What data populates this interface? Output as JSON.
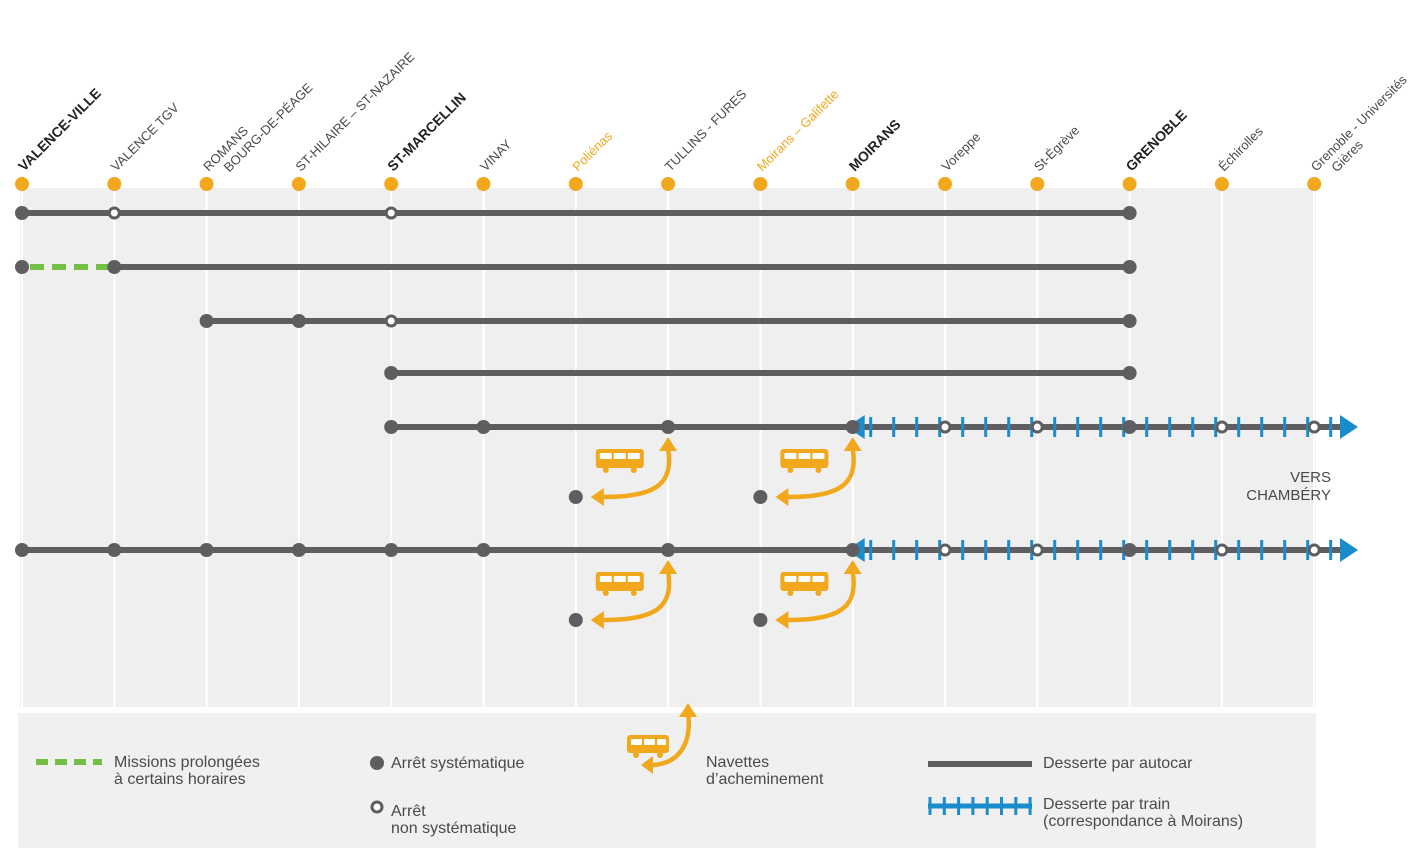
{
  "colors": {
    "orange": "#f2a81d",
    "line_grey": "#5e5e60",
    "panel_bg": "#efeff0",
    "green": "#72bf44",
    "blue": "#1a8ccb",
    "text": "#4a4a4a"
  },
  "stations": [
    {
      "name": "VALENCE-VILLE",
      "style": "major"
    },
    {
      "name": "VALENCE TGV",
      "style": "normal"
    },
    {
      "name": "ROMANS\nBOURG-DE-PÉAGE",
      "style": "normal"
    },
    {
      "name": "ST-HILAIRE – ST-NAZAIRE",
      "style": "normal"
    },
    {
      "name": "ST-MARCELLIN",
      "style": "major"
    },
    {
      "name": "VINAY",
      "style": "normal"
    },
    {
      "name": "Poliénas",
      "style": "shuttle"
    },
    {
      "name": "TULLINS - FURES",
      "style": "normal"
    },
    {
      "name": "Moirans – Galifette",
      "style": "shuttle"
    },
    {
      "name": "MOIRANS",
      "style": "major"
    },
    {
      "name": "Voreppe",
      "style": "normal"
    },
    {
      "name": "St-Égrève",
      "style": "normal"
    },
    {
      "name": "GRENOBLE",
      "style": "major"
    },
    {
      "name": "Échirolles",
      "style": "normal"
    },
    {
      "name": "Grenoble - Universités\nGières",
      "style": "normal"
    }
  ],
  "lines": [
    {
      "from": 0,
      "to": 12,
      "stops": [
        [
          0,
          "S"
        ],
        [
          1,
          "N"
        ],
        [
          4,
          "N"
        ],
        [
          12,
          "S"
        ]
      ],
      "dashed_prefix": null,
      "train_from": null,
      "shuttles": []
    },
    {
      "from": 1,
      "to": 12,
      "stops": [
        [
          0,
          "S"
        ],
        [
          1,
          "S"
        ],
        [
          12,
          "S"
        ]
      ],
      "dashed_prefix": [
        0,
        1
      ],
      "train_from": null,
      "shuttles": []
    },
    {
      "from": 2,
      "to": 12,
      "stops": [
        [
          2,
          "S"
        ],
        [
          3,
          "S"
        ],
        [
          4,
          "N"
        ],
        [
          12,
          "S"
        ]
      ],
      "dashed_prefix": null,
      "train_from": null,
      "shuttles": []
    },
    {
      "from": 4,
      "to": 12,
      "stops": [
        [
          4,
          "S"
        ],
        [
          12,
          "S"
        ]
      ],
      "dashed_prefix": null,
      "train_from": null,
      "shuttles": []
    },
    {
      "from": 4,
      "to": 9,
      "stops": [
        [
          4,
          "S"
        ],
        [
          5,
          "S"
        ],
        [
          7,
          "S"
        ],
        [
          9,
          "S"
        ],
        [
          10,
          "N"
        ],
        [
          11,
          "N"
        ],
        [
          12,
          "S"
        ],
        [
          13,
          "N"
        ],
        [
          14,
          "N"
        ]
      ],
      "dashed_prefix": null,
      "train_from": 9,
      "shuttles": [
        [
          7,
          6
        ],
        [
          9,
          8
        ]
      ]
    },
    {
      "from": 0,
      "to": 9,
      "stops": [
        [
          0,
          "S"
        ],
        [
          1,
          "S"
        ],
        [
          2,
          "S"
        ],
        [
          3,
          "S"
        ],
        [
          4,
          "S"
        ],
        [
          5,
          "S"
        ],
        [
          7,
          "S"
        ],
        [
          9,
          "S"
        ],
        [
          10,
          "N"
        ],
        [
          11,
          "N"
        ],
        [
          12,
          "S"
        ],
        [
          13,
          "N"
        ],
        [
          14,
          "N"
        ]
      ],
      "dashed_prefix": null,
      "train_from": 9,
      "shuttles": [
        [
          7,
          6
        ],
        [
          9,
          8
        ]
      ]
    }
  ],
  "vers_note": "VERS\nCHAMBÉRY",
  "legend": {
    "missions": "Missions prolongées\nà certains horaires",
    "arret_sys": "Arrêt systématique",
    "arret_non": "Arrêt\nnon systématique",
    "navettes": "Navettes\nd’acheminement",
    "autocar": "Desserte par autocar",
    "train": "Desserte par train\n(correspondance à Moirans)"
  }
}
